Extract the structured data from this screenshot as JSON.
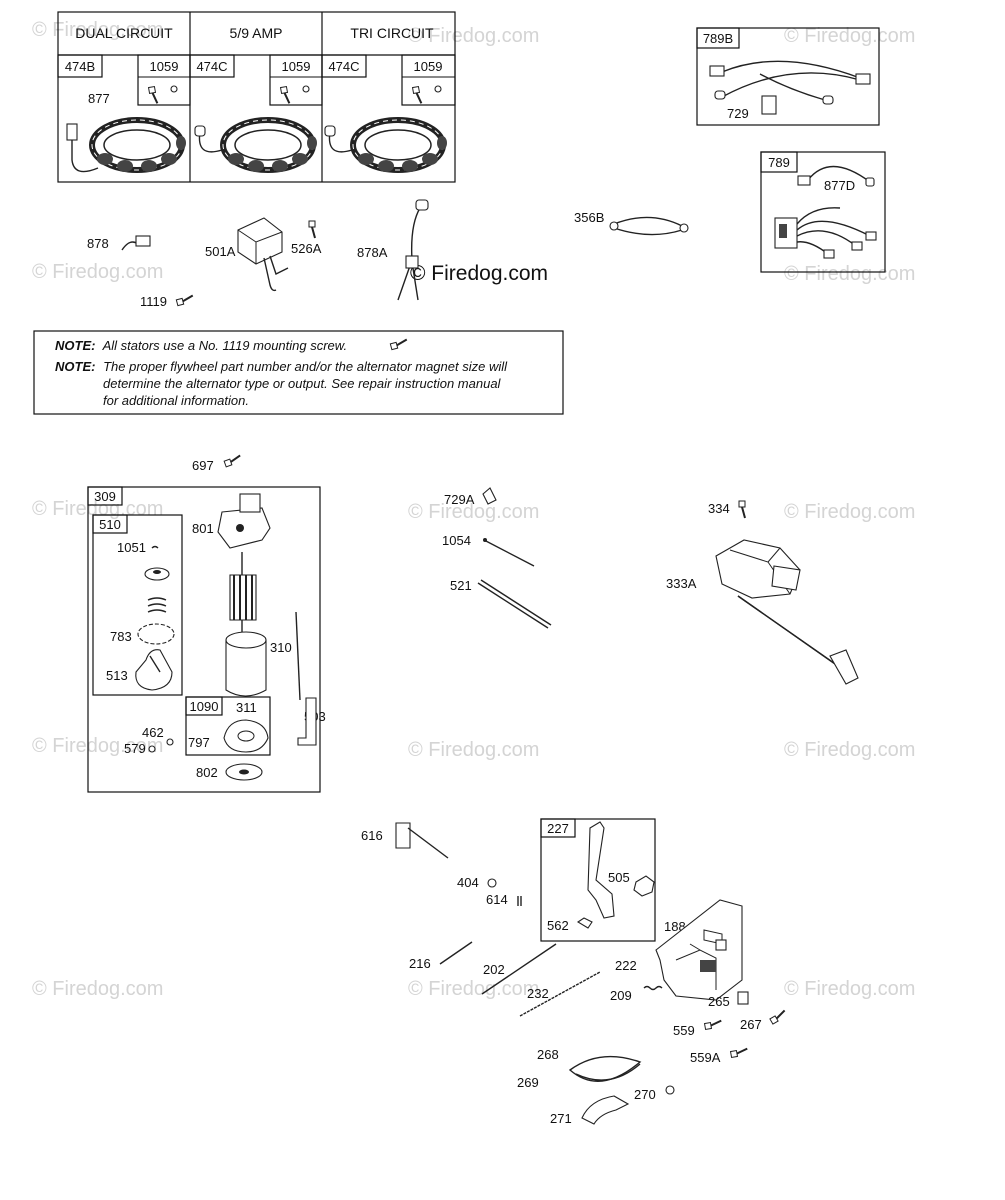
{
  "watermark": "© Firedog.com",
  "center_watermark": "© Firedog.com",
  "stator_headers": [
    "DUAL CIRCUIT",
    "5/9 AMP",
    "TRI CIRCUIT"
  ],
  "stator_parts": [
    "474B",
    "474C",
    "474C"
  ],
  "stator_screw": "1059",
  "notes": {
    "label": "NOTE:",
    "line1": "All stators use a No. 1119 mounting screw.",
    "line2a": "The proper flywheel part number and/or the alternator magnet size will",
    "line2b": "determine the alternator type or output. See repair instruction manual",
    "line2c": "for additional information."
  },
  "labels": {
    "p877": "877",
    "p878": "878",
    "p1119": "1119",
    "p501A": "501A",
    "p526A": "526A",
    "p878A": "878A",
    "p356B": "356B",
    "p789B": "789B",
    "p729": "729",
    "p789": "789",
    "p877D": "877D",
    "p697": "697",
    "p309": "309",
    "p510": "510",
    "p801": "801",
    "p1051": "1051",
    "p783": "783",
    "p513": "513",
    "p310": "310",
    "p1090": "1090",
    "p311": "311",
    "p503": "503",
    "p462": "462",
    "p579": "579",
    "p797": "797",
    "p802": "802",
    "p729A": "729A",
    "p1054": "1054",
    "p521": "521",
    "p334": "334",
    "p333A": "333A",
    "p616": "616",
    "p404": "404",
    "p614": "614",
    "p227": "227",
    "p505": "505",
    "p562": "562",
    "p188": "188",
    "p216": "216",
    "p202": "202",
    "p232": "232",
    "p222": "222",
    "p209": "209",
    "p265": "265",
    "p559": "559",
    "p267": "267",
    "p268": "268",
    "p559A": "559A",
    "p269": "269",
    "p270": "270",
    "p271": "271"
  },
  "colors": {
    "line": "#111111",
    "watermark": "#d4d4d4",
    "background": "#ffffff"
  }
}
